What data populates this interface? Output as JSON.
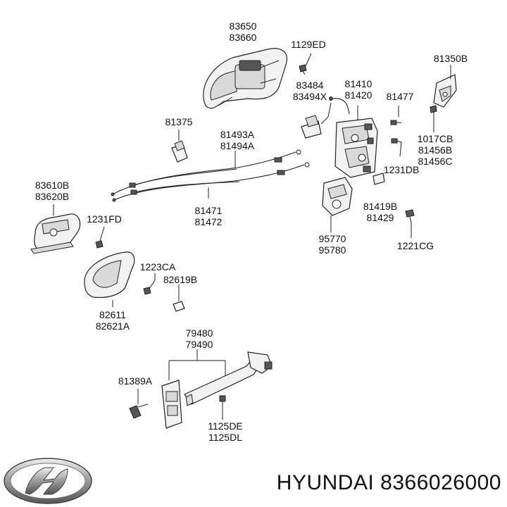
{
  "labels": {
    "outer_handle": [
      "83650",
      "83660"
    ],
    "bolt_top": "1129ED",
    "bracket_right": "81350B",
    "rod_clip": [
      "83484",
      "83494X"
    ],
    "latch_top": [
      "81410",
      "81420"
    ],
    "screw_81477": "81477",
    "clip_81375": "81375",
    "cables_upper": [
      "81493A",
      "81494A"
    ],
    "bolts_right": [
      "1017CB",
      "81456B",
      "81456C"
    ],
    "bolt_1231db": "1231DB",
    "inner_cover_left": [
      "83610B",
      "83620B"
    ],
    "cables_lower": [
      "81471",
      "81472"
    ],
    "pad_81419": [
      "81419B",
      "81429"
    ],
    "bolt_1231fd": "1231FD",
    "actuator": [
      "95770",
      "95780"
    ],
    "bolt_1221cg": "1221CG",
    "screw_1223ca": "1223CA",
    "cap_82619b": "82619B",
    "inner_handle": [
      "82611",
      "82621A"
    ],
    "checker": [
      "79480",
      "79490"
    ],
    "bolt_81389a": "81389A",
    "bolt_1125": [
      "1125DE",
      "1125DL"
    ]
  },
  "brand": {
    "logo_name": "hyundai-logo",
    "caption": "HYUNDAI 8366026000"
  }
}
